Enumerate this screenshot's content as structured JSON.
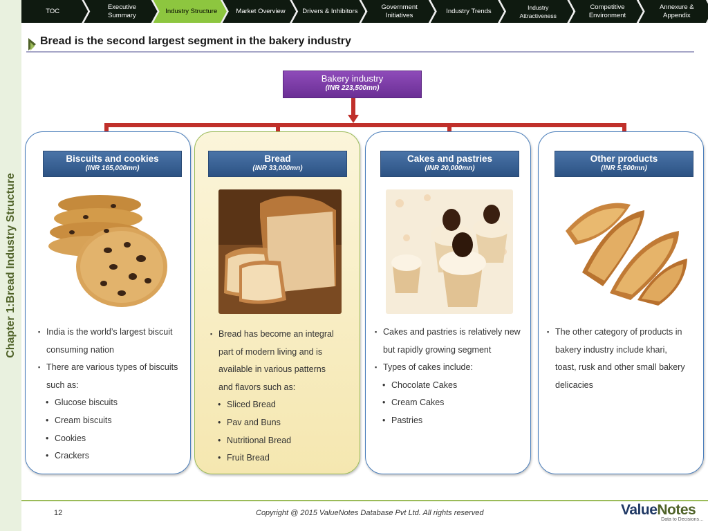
{
  "nav": [
    {
      "label": "TOC",
      "active": false
    },
    {
      "label": "Executive Summary",
      "active": false
    },
    {
      "label": "Industry Structure",
      "active": true
    },
    {
      "label": "Market Overview",
      "active": false
    },
    {
      "label": "Drivers & Inhibitors",
      "active": false
    },
    {
      "label": "Government Initiatives",
      "active": false
    },
    {
      "label": "Industry Trends",
      "active": false
    },
    {
      "label": "Industry Attractiveness",
      "active": false
    },
    {
      "label": "Competitive Environment",
      "active": false
    },
    {
      "label": "Annexure & Appendix",
      "active": false
    }
  ],
  "side_title": "Chapter 1:Bread Industry Structure",
  "title": "Bread is the second largest segment in the bakery industry",
  "root": {
    "label": "Bakery industry",
    "value": "(INR 223,500mn)"
  },
  "segments": [
    {
      "label": "Biscuits and cookies",
      "value": "(INR 165,000mn)",
      "image": "cookies-photo",
      "bullets": [
        {
          "type": "item",
          "text": "India is the world’s largest biscuit"
        },
        {
          "type": "cont",
          "text": "consuming nation"
        },
        {
          "type": "item",
          "text": "There are various types of biscuits"
        },
        {
          "type": "cont",
          "text": "such as:"
        },
        {
          "type": "sub",
          "text": "Glucose biscuits"
        },
        {
          "type": "sub",
          "text": "Cream biscuits"
        },
        {
          "type": "sub",
          "text": "Cookies"
        },
        {
          "type": "sub",
          "text": "Crackers"
        }
      ]
    },
    {
      "label": "Bread",
      "value": "(INR 33,000mn)",
      "image": "bread-photo",
      "bullets": [
        {
          "type": "item",
          "text": "Bread has become an integral"
        },
        {
          "type": "cont",
          "text": "part of modern living and is"
        },
        {
          "type": "cont",
          "text": "available in various patterns"
        },
        {
          "type": "cont",
          "text": "and flavors such as:"
        },
        {
          "type": "sub",
          "text": "Sliced Bread"
        },
        {
          "type": "sub",
          "text": "Pav and Buns"
        },
        {
          "type": "sub",
          "text": "Nutritional Bread"
        },
        {
          "type": "sub",
          "text": "Fruit Bread"
        }
      ]
    },
    {
      "label": "Cakes and pastries",
      "value": "(INR 20,000mn)",
      "image": "cupcakes-photo",
      "bullets": [
        {
          "type": "item",
          "text": "Cakes and pastries is relatively new"
        },
        {
          "type": "cont",
          "text": "but rapidly growing segment"
        },
        {
          "type": "item",
          "text": "Types of cakes include:"
        },
        {
          "type": "sub",
          "text": "Chocolate Cakes"
        },
        {
          "type": "sub",
          "text": "Cream Cakes"
        },
        {
          "type": "sub",
          "text": "Pastries"
        }
      ]
    },
    {
      "label": "Other products",
      "value": "(INR 5,500mn)",
      "image": "rusk-photo",
      "bullets": [
        {
          "type": "item",
          "text": "The other category of products in"
        },
        {
          "type": "cont",
          "text": "bakery industry include khari,"
        },
        {
          "type": "cont",
          "text": "toast, rusk and other small bakery"
        },
        {
          "type": "cont",
          "text": "delicacies"
        }
      ]
    }
  ],
  "footer": {
    "page_number": "12",
    "copyright": "Copyright @ 2015 ValueNotes Database Pvt Ltd. All rights reserved",
    "logo_value": "Value",
    "logo_notes": "Notes",
    "logo_tagline": "Data to Decisions…"
  },
  "colors": {
    "active_tab": "#8dc63f",
    "nav_bg": "#0f1a10",
    "root_box": "#7030a0",
    "segment_header": "#365f91",
    "connector": "#c0302b",
    "highlight_card": "#fbf5da"
  }
}
